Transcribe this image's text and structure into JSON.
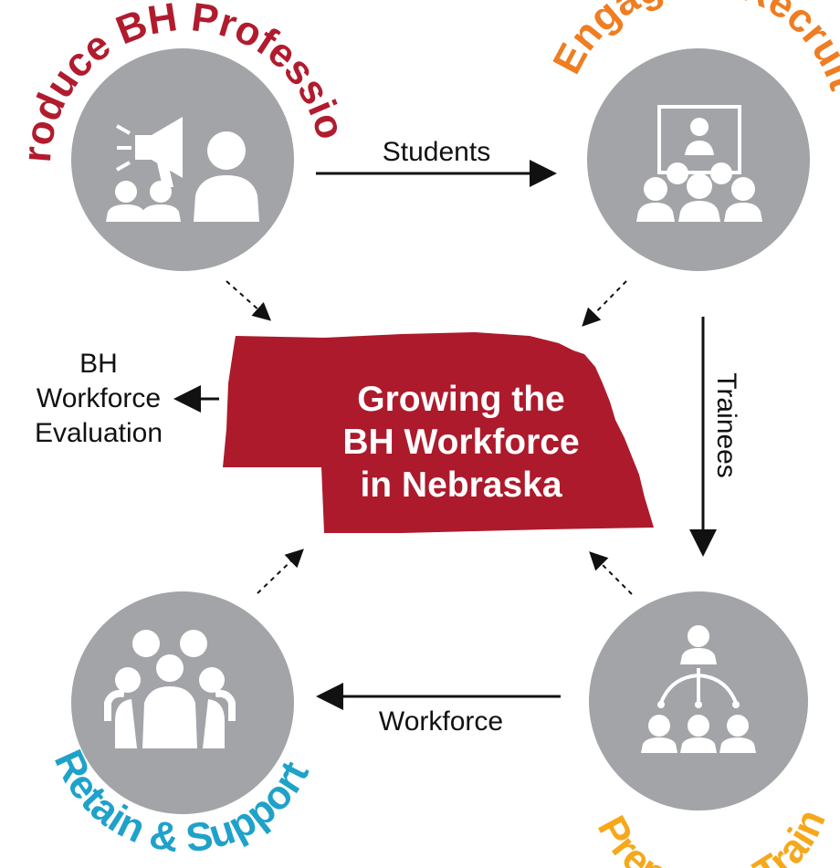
{
  "colors": {
    "circle": "#a2a4a8",
    "map": "#ad1a2c",
    "icon": "#ffffff",
    "arrow": "#111111",
    "introduce": "#b01c2e",
    "engage": "#ef7d22",
    "retain": "#1fa2c9",
    "prepare": "#f6a81b"
  },
  "stages": {
    "introduce": {
      "title": "Introduce BH Professions",
      "icon": "megaphone-audience-icon"
    },
    "engage": {
      "title": "Engage & Recruit",
      "icon": "presentation-audience-icon"
    },
    "prepare": {
      "title": "Prepare & Train",
      "icon": "org-hierarchy-icon"
    },
    "retain": {
      "title": "Retain & Support",
      "icon": "team-group-icon"
    }
  },
  "flows": {
    "students": "Students",
    "trainees": "Trainees",
    "workforce": "Workforce"
  },
  "center": {
    "line1": "Growing the",
    "line2": "BH Workforce",
    "line3": "in Nebraska"
  },
  "evaluation": {
    "line1": "BH",
    "line2": "Workforce",
    "line3": "Evaluation"
  }
}
